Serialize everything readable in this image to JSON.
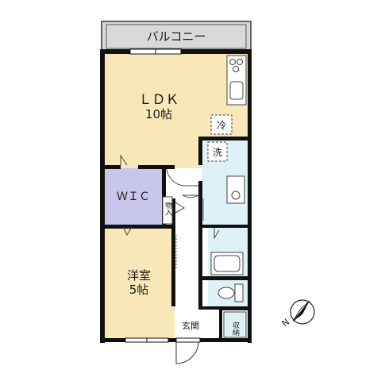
{
  "floorplan": {
    "balcony": "バルコニー",
    "ldk": {
      "name": "ＬＤＫ",
      "size": "10帖"
    },
    "western_room": {
      "name": "洋室",
      "size": "5帖"
    },
    "wic": "ＷＩＣ",
    "storage_small": "物入",
    "refrigerator": "冷",
    "washer": "洗",
    "entrance": "玄関",
    "shoe_storage": "収納",
    "compass_north": "N"
  },
  "colors": {
    "ldk": "#f8e7b8",
    "western_room": "#f8e7b8",
    "wic": "#c8c6ea",
    "wet_areas": "#ddf1f7",
    "balcony": "#d9d9d9",
    "wall": "#111111"
  }
}
